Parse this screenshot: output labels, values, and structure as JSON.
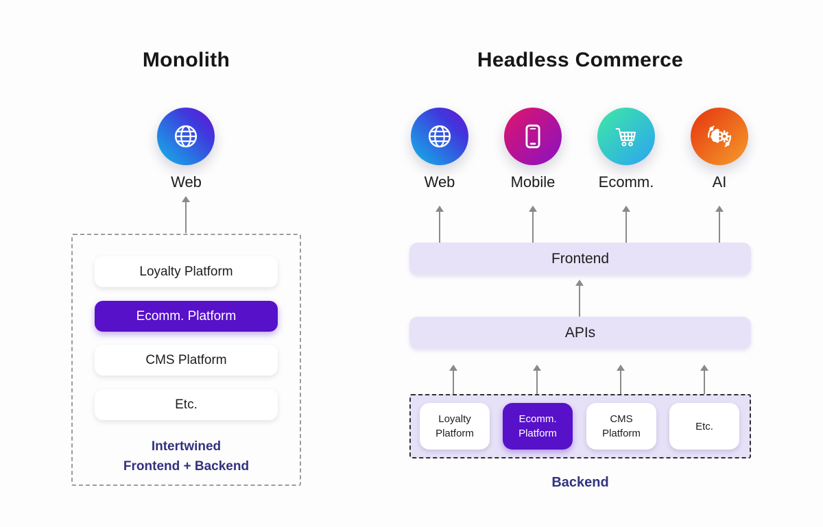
{
  "left_panel": {
    "title": "Monolith",
    "channel": {
      "label": "Web",
      "icon": "globe-icon"
    },
    "stack": [
      {
        "label": "Loyalty Platform"
      },
      {
        "label": "Ecomm. Platform"
      },
      {
        "label": "CMS Platform"
      },
      {
        "label": "Etc."
      }
    ],
    "caption": {
      "line1": "Intertwined",
      "line2": "Frontend + Backend"
    }
  },
  "right_panel": {
    "title": "Headless Commerce",
    "channels": [
      {
        "label": "Web",
        "icon": "globe-icon"
      },
      {
        "label": "Mobile",
        "icon": "smartphone-icon"
      },
      {
        "label": "Ecomm.",
        "icon": "cart-icon"
      },
      {
        "label": "AI",
        "icon": "ai-brain-gear-icon"
      }
    ],
    "frontend_label": "Frontend",
    "apis_label": "APIs",
    "backend_items": [
      {
        "line1": "Loyalty",
        "line2": "Platform"
      },
      {
        "line1": "Ecomm.",
        "line2": "Platform"
      },
      {
        "line1": "CMS",
        "line2": "Platform"
      },
      {
        "line1": "Etc.",
        "line2": ""
      }
    ],
    "backend_label": "Backend"
  },
  "colors": {
    "highlight_purple": "#5711c9",
    "lavender_layer": "#e8e2f8",
    "caption_indigo": "#32327f",
    "arrow_gray": "#8a8a8a",
    "web_gradient": [
      "#12b7e8",
      "#6c13d3"
    ],
    "mobile_gradient": [
      "#e01468",
      "#8912c5"
    ],
    "ecomm_gradient": [
      "#3fe8a4",
      "#2ba4f2"
    ],
    "ai_gradient": [
      "#e5330f",
      "#f59d2b"
    ]
  }
}
